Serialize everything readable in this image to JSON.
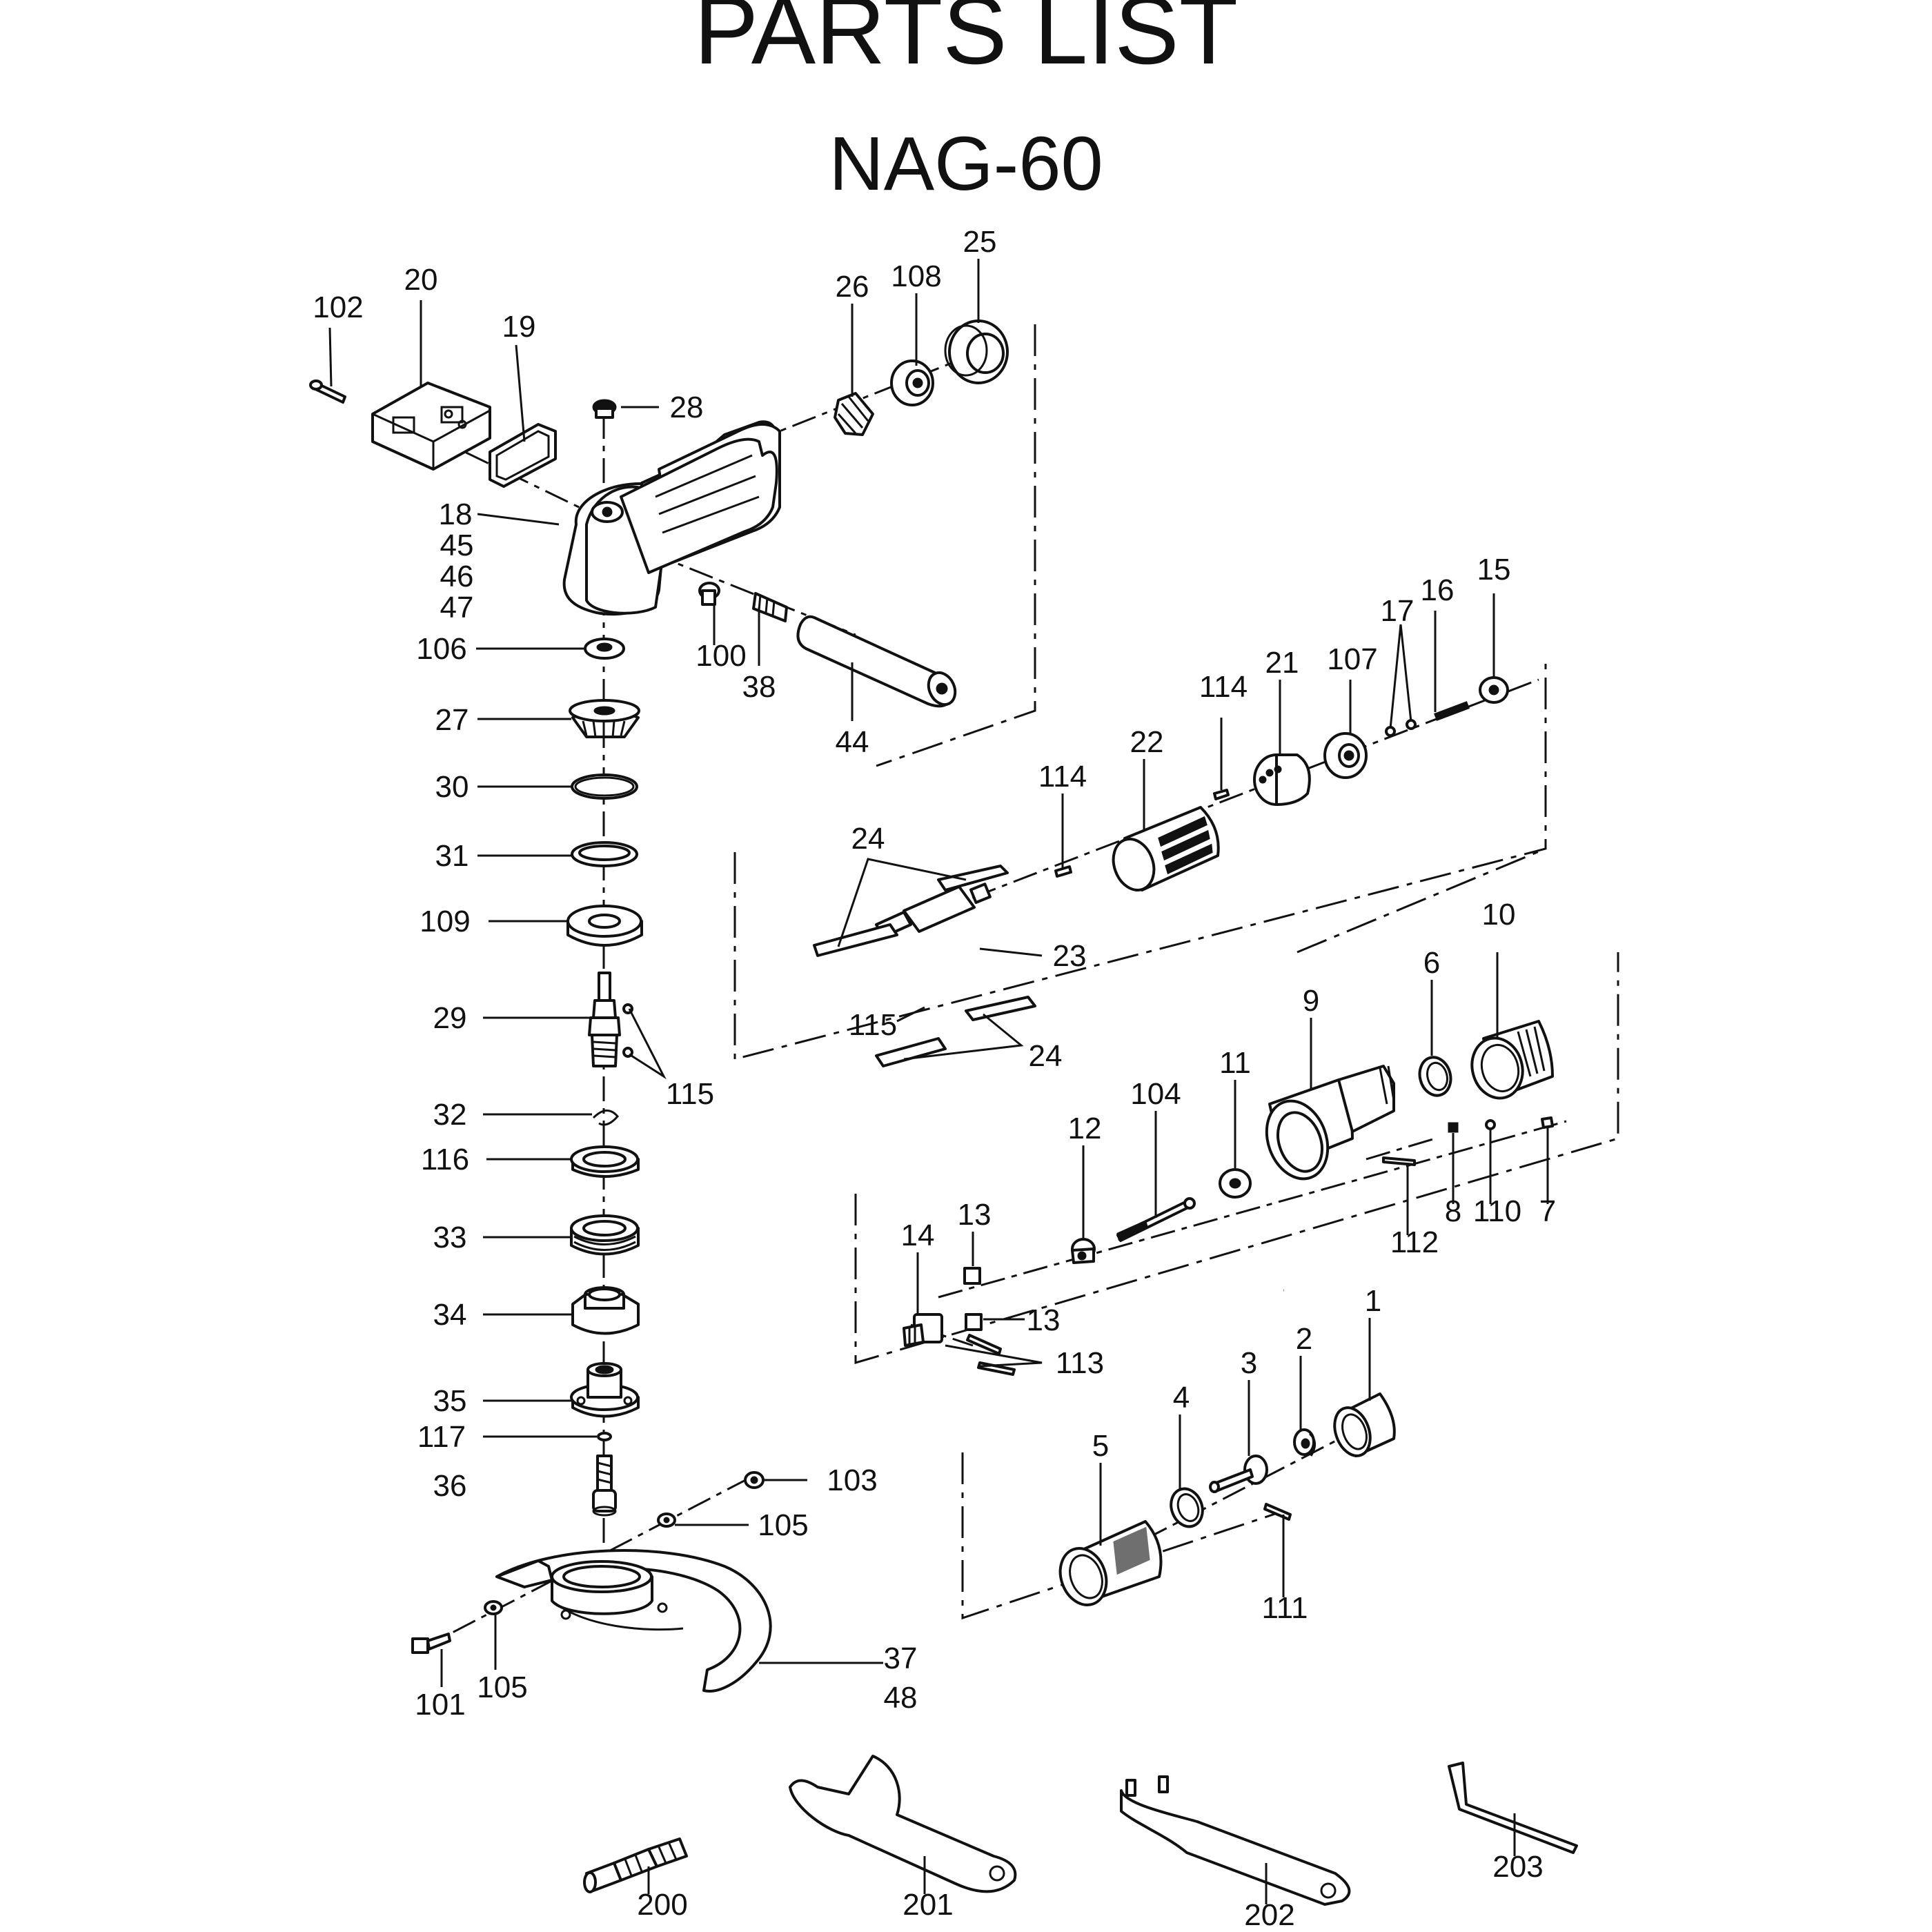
{
  "header": {
    "title": "PARTS  LIST",
    "model": "NAG-60"
  },
  "labels": [
    "102",
    "20",
    "19",
    "28",
    "26",
    "108",
    "25",
    "18",
    "45",
    "46",
    "47",
    "106",
    "100",
    "38",
    "44",
    "27",
    "30",
    "31",
    "109",
    "29",
    "115",
    "32",
    "116",
    "33",
    "34",
    "35",
    "117",
    "36",
    "103",
    "105",
    "105",
    "101",
    "37",
    "48",
    "22",
    "114",
    "114",
    "21",
    "107",
    "17",
    "16",
    "15",
    "24",
    "23",
    "115",
    "24",
    "10",
    "6",
    "9",
    "11",
    "104",
    "12",
    "13",
    "14",
    "13",
    "113",
    "8",
    "110",
    "7",
    "112",
    "1",
    "2",
    "3",
    "4",
    "5",
    "111",
    "200",
    "201",
    "202",
    "203"
  ],
  "colors": {
    "ink": "#111111",
    "paper": "#ffffff"
  }
}
